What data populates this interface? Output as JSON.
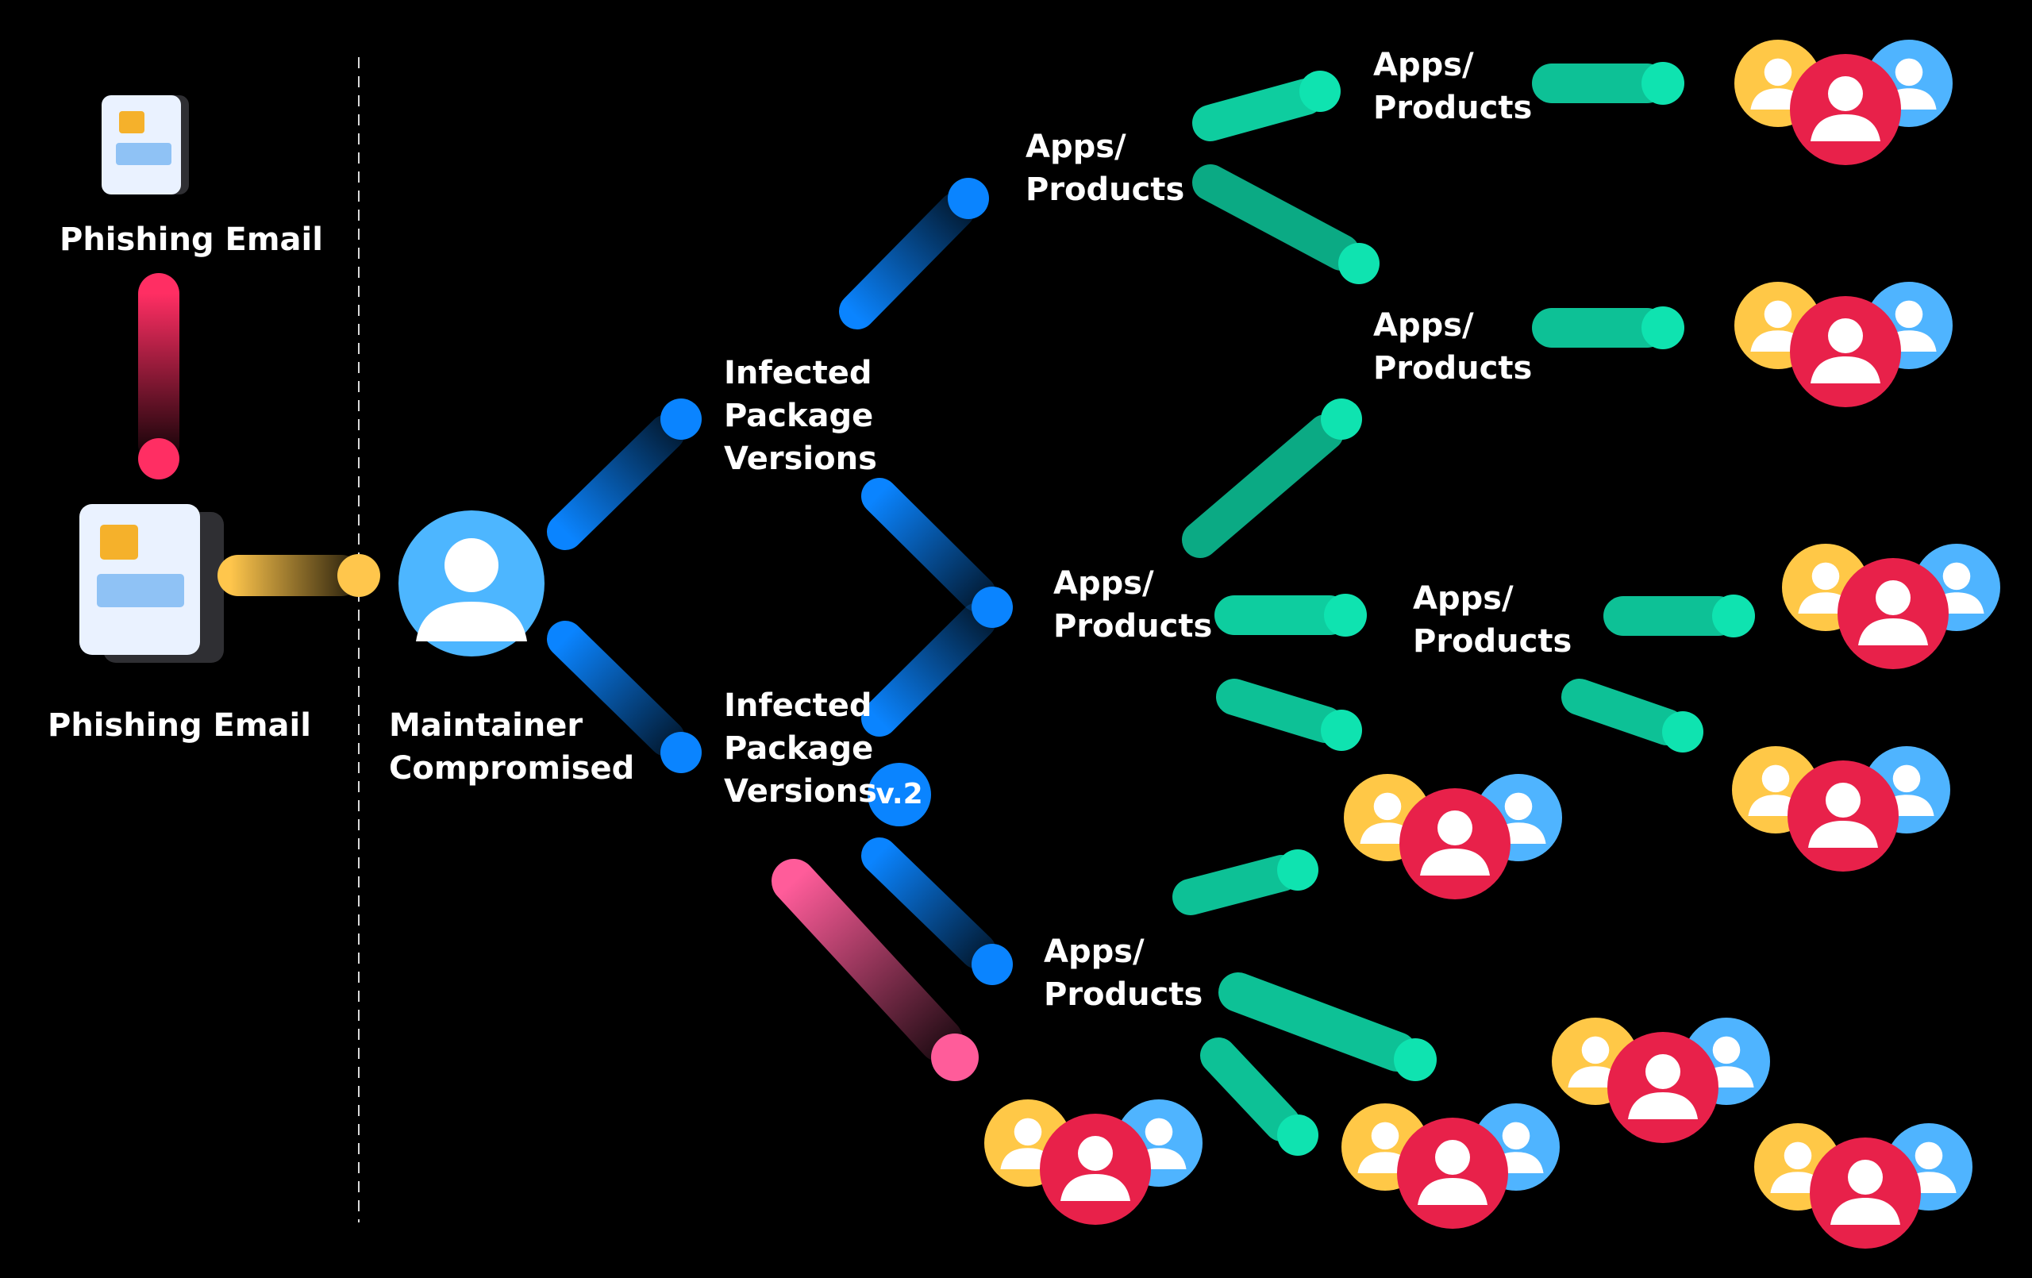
{
  "colors": {
    "background": "#000000",
    "apps_link": "#0fe3b0",
    "package_link": "#0a84ff",
    "maintainer_link": "#ffc64c",
    "phishing_link": "#ff2e63",
    "pink_link": "#ff5c9a",
    "user_front": "#e8214a",
    "user_left": "#ffc847",
    "user_right": "#4fb4ff",
    "maintainer_avatar": "#4db6ff",
    "version_badge": "#0a84ff"
  },
  "icons": {
    "email": "email-document-icon",
    "maintainer": "person-icon",
    "users": "user-group-icon"
  },
  "phishing": {
    "top_label": "Phishing Email",
    "bottom_label": "Phishing Email"
  },
  "maintainer": {
    "line1": "Maintainer",
    "line2": "Compromised"
  },
  "packages": [
    {
      "line1": "Infected",
      "line2": "Package",
      "line3": "Versions"
    },
    {
      "line1": "Infected",
      "line2": "Package",
      "line3": "Versions",
      "badge": "v.2"
    }
  ],
  "apps": [
    {
      "line1": "Apps/",
      "line2": "Products"
    },
    {
      "line1": "Apps/",
      "line2": "Products"
    },
    {
      "line1": "Apps/",
      "line2": "Products"
    },
    {
      "line1": "Apps/",
      "line2": "Products"
    },
    {
      "line1": "Apps/",
      "line2": "Products"
    },
    {
      "line1": "Apps/",
      "line2": "Products"
    }
  ]
}
